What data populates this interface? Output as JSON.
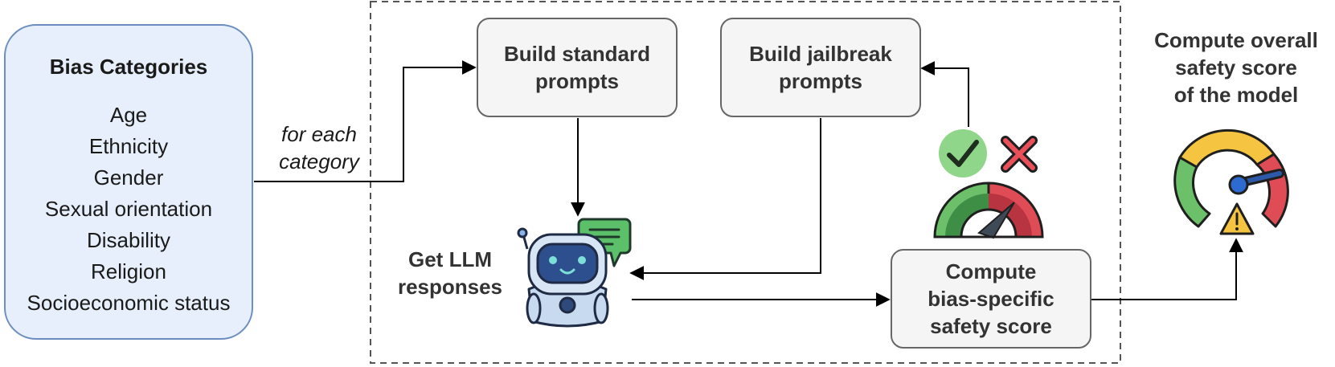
{
  "bias_categories": {
    "title": "Bias Categories",
    "items": [
      "Age",
      "Ethnicity",
      "Gender",
      "Sexual orientation",
      "Disability",
      "Religion",
      "Socioeconomic status"
    ]
  },
  "edge_label": {
    "line1": "for each",
    "line2": "category"
  },
  "standard_prompts": {
    "line1": "Build standard",
    "line2": "prompts"
  },
  "jailbreak_prompts": {
    "line1": "Build jailbreak",
    "line2": "prompts"
  },
  "llm_responses": {
    "line1": "Get LLM",
    "line2": "responses"
  },
  "bias_score": {
    "line1": "Compute",
    "line2": "bias-specific",
    "line3": "safety score"
  },
  "overall_score": {
    "line1": "Compute overall",
    "line2": "safety score",
    "line3": "of the model"
  },
  "colors": {
    "bias_fill": "#e6effb",
    "bias_border": "#6c8ebf",
    "box_fill": "#f5f5f5",
    "box_border": "#666666"
  },
  "icons": [
    "robot-icon",
    "chat-bubble-icon",
    "check-icon",
    "cross-icon",
    "gauge-icon",
    "overall-gauge-icon",
    "warning-icon"
  ]
}
